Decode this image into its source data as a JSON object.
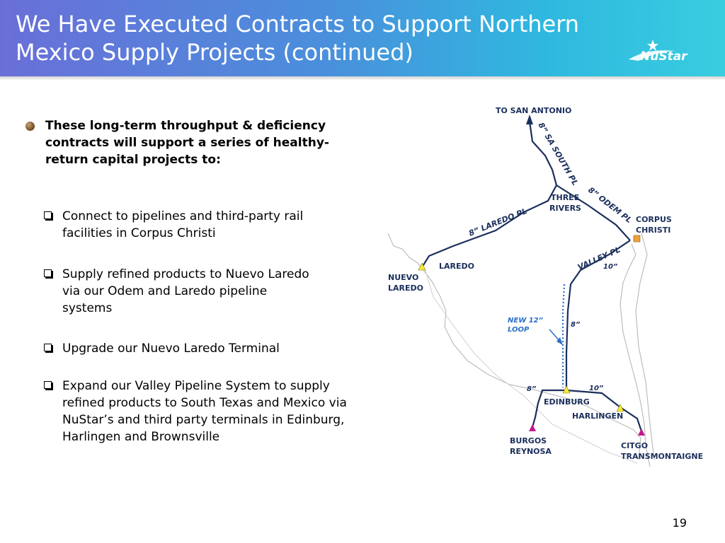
{
  "slide": {
    "title_line1": "We Have Executed Contracts to Support Northern",
    "title_line2": "Mexico Supply Projects (continued)",
    "logo_text": "NuStar",
    "main_bullet": "These long-term throughput & deficiency contracts will support a series of healthy-return capital projects to:",
    "sub_bullets": [
      "Connect to pipelines and third-party rail facilities in Corpus Christi",
      "Supply refined products to Nuevo Laredo via our Odem and Laredo pipeline systems",
      "Upgrade our Nuevo Laredo Terminal",
      "Expand our Valley Pipeline System to supply refined products to South Texas and Mexico via NuStar’s and third party terminals in Edinburg, Harlingen and Brownsville"
    ],
    "page_number": "19"
  },
  "map": {
    "to_san_antonio": "TO SAN ANTONIO",
    "sa_south_pl": "8” SA SOUTH PL",
    "three": "THREE",
    "rivers": "RIVERS",
    "odem_pl": "8” ODEM PL",
    "corpus": "CORPUS",
    "christi": "CHRISTI",
    "laredo_pl": "8” LAREDO PL",
    "valley_pl": "VALLEY PL",
    "ten_inch_valley": "10”",
    "laredo": "LAREDO",
    "nuevo": "NUEVO",
    "nuevo_laredo": "LAREDO",
    "new_loop_1": "NEW 12”",
    "new_loop_2": "LOOP",
    "eight_inch_mid": "8”",
    "eight_inch_west": "8”",
    "ten_inch_east": "10”",
    "edinburg": "EDINBURG",
    "harlingen": "HARLINGEN",
    "burgos": "BURGOS",
    "reynosa": "REYNOSA",
    "citgo": "CITGO",
    "transmontaigne": "TRANSMONTAIGNE",
    "colors": {
      "pipeline": "#1b2f5c",
      "loop": "#2a6fc9",
      "terminal_yellow": "#f5e83a",
      "terminal_magenta": "#c2188f",
      "corpus_orange": "#f0a23a",
      "border": "#bdbdbd"
    }
  }
}
